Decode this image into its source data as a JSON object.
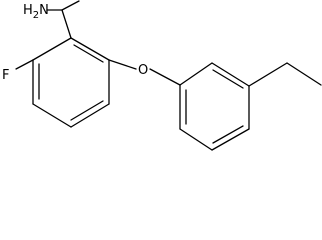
{
  "molecule": {
    "labels": {
      "amine": "H2N",
      "fluorine": "F",
      "oxygen": "O"
    },
    "colors": {
      "bond": "#000000",
      "text": "#000000",
      "background": "#ffffff"
    }
  }
}
